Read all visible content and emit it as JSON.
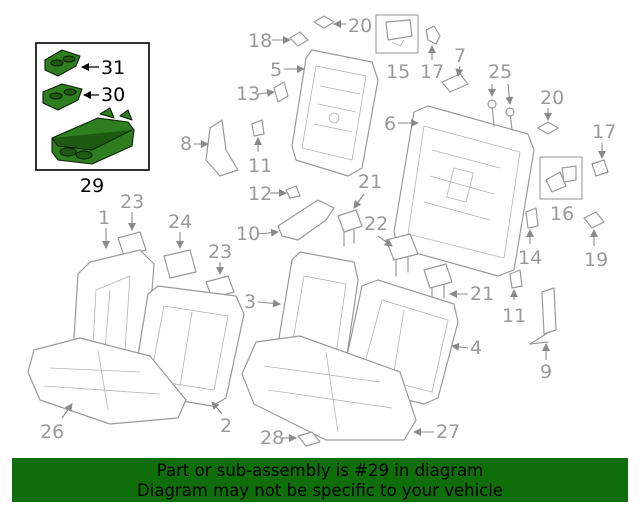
{
  "callouts": {
    "c1": "1",
    "c2": "2",
    "c3": "3",
    "c4": "4",
    "c5": "5",
    "c6": "6",
    "c7": "7",
    "c8": "8",
    "c9": "9",
    "c10": "10",
    "c11a": "11",
    "c11b": "11",
    "c12": "12",
    "c13": "13",
    "c14": "14",
    "c15": "15",
    "c16": "16",
    "c17a": "17",
    "c17b": "17",
    "c18": "18",
    "c19": "19",
    "c20a": "20",
    "c20b": "20",
    "c21a": "21",
    "c21b": "21",
    "c22": "22",
    "c23a": "23",
    "c23b": "23",
    "c24": "24",
    "c25": "25",
    "c26": "26",
    "c27": "27",
    "c28": "28",
    "c29": "29",
    "c30": "30",
    "c31": "31"
  },
  "banner": {
    "line1": "Part or sub-assembly is #29 in diagram",
    "line2": "Diagram may not be specific to your vehicle"
  },
  "colors": {
    "highlight": "#2e7d1f",
    "banner": "#0f6d0a",
    "line_art": "#9a9a9a"
  }
}
